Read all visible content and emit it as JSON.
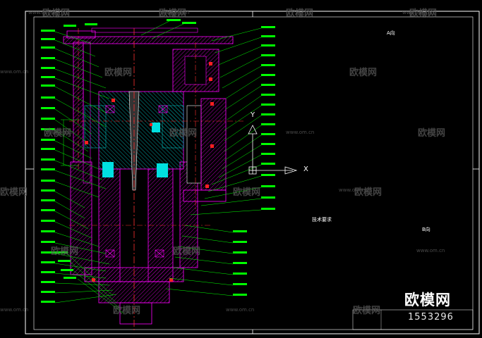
{
  "drawing": {
    "watermark_brand": "欧模网",
    "watermark_url": "www.om.cn",
    "corner_brand": "欧模网",
    "corner_id": "1553296",
    "view_label_a": "A向",
    "view_label_b": "B向",
    "axis_x": "X",
    "axis_y": "Y",
    "tech_title": "技术要求",
    "colors": {
      "background": "#000000",
      "leader": "#00ff00",
      "part": "#ff00ff",
      "hatch": "#00b4b4",
      "fill_cyan": "#00ffff",
      "frame": "#ffffff",
      "axis": "#ff3030",
      "accent_red": "#ff0000"
    }
  }
}
